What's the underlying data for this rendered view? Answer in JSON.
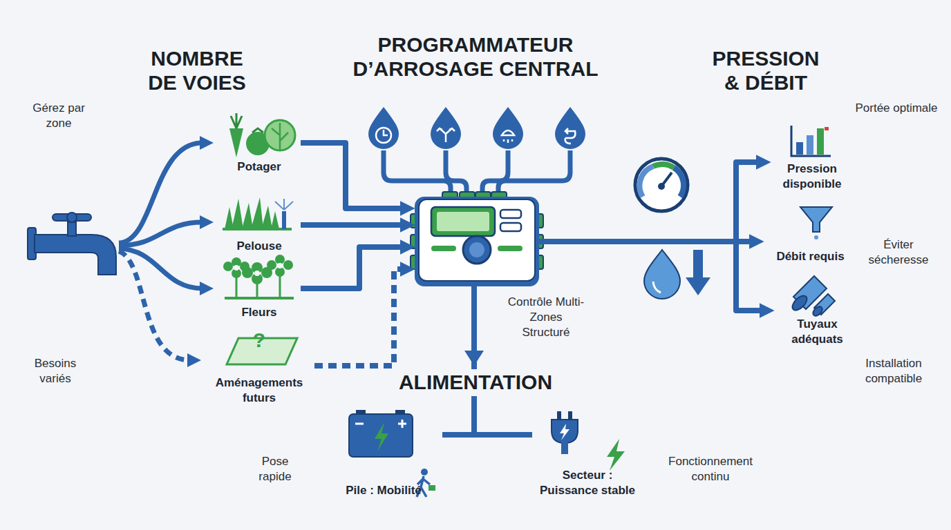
{
  "diagram": {
    "title": "PROGRAMMATEUR D’ARROSAGE CENTRAL",
    "nodes": [
      {
        "text": [
          "Potager"
        ]
      },
      {
        "text": [
          "Pelouse"
        ]
      },
      {
        "text": [
          "Fleurs"
        ]
      },
      {
        "text": [
          "?",
          "Aménagements futurs"
        ]
      },
      {
        "text": [
          "Contrôle Multi-Zones Structuré"
        ]
      },
      {
        "text": [
          "Pression disponible"
        ]
      },
      {
        "text": [
          "Débit requis"
        ]
      },
      {
        "text": [
          "Tuyaux adéquats"
        ]
      },
      {
        "text": [
          "Pile : Mobilité"
        ]
      },
      {
        "text": [
          "Secteur : Puissance stable"
        ]
      }
    ],
    "edges": [
      {
        "from": 0,
        "to": 4,
        "arrow": "to"
      },
      {
        "from": 1,
        "to": 4,
        "arrow": "to"
      },
      {
        "from": 2,
        "to": 4,
        "arrow": "to"
      },
      {
        "from": 3,
        "to": 4,
        "arrow": "to"
      },
      {
        "from": 4,
        "to": 5,
        "arrow": "to"
      },
      {
        "from": 4,
        "to": 6,
        "arrow": "to"
      },
      {
        "from": 4,
        "to": 7,
        "arrow": "to"
      },
      {
        "from": 4,
        "to": 8,
        "arrow": "none"
      },
      {
        "from": 4,
        "to": 9,
        "arrow": "none"
      }
    ],
    "labels": [
      "NOMBRE DE VOIES",
      "PRESSION & DÉBIT",
      "ALIMENTATION",
      "Gérez par zone",
      "Besoins variés",
      "Portée optimale",
      "Éviter sécheresse",
      "Installation compatible",
      "Pose rapide",
      "Fonctionnement continu"
    ]
  }
}
